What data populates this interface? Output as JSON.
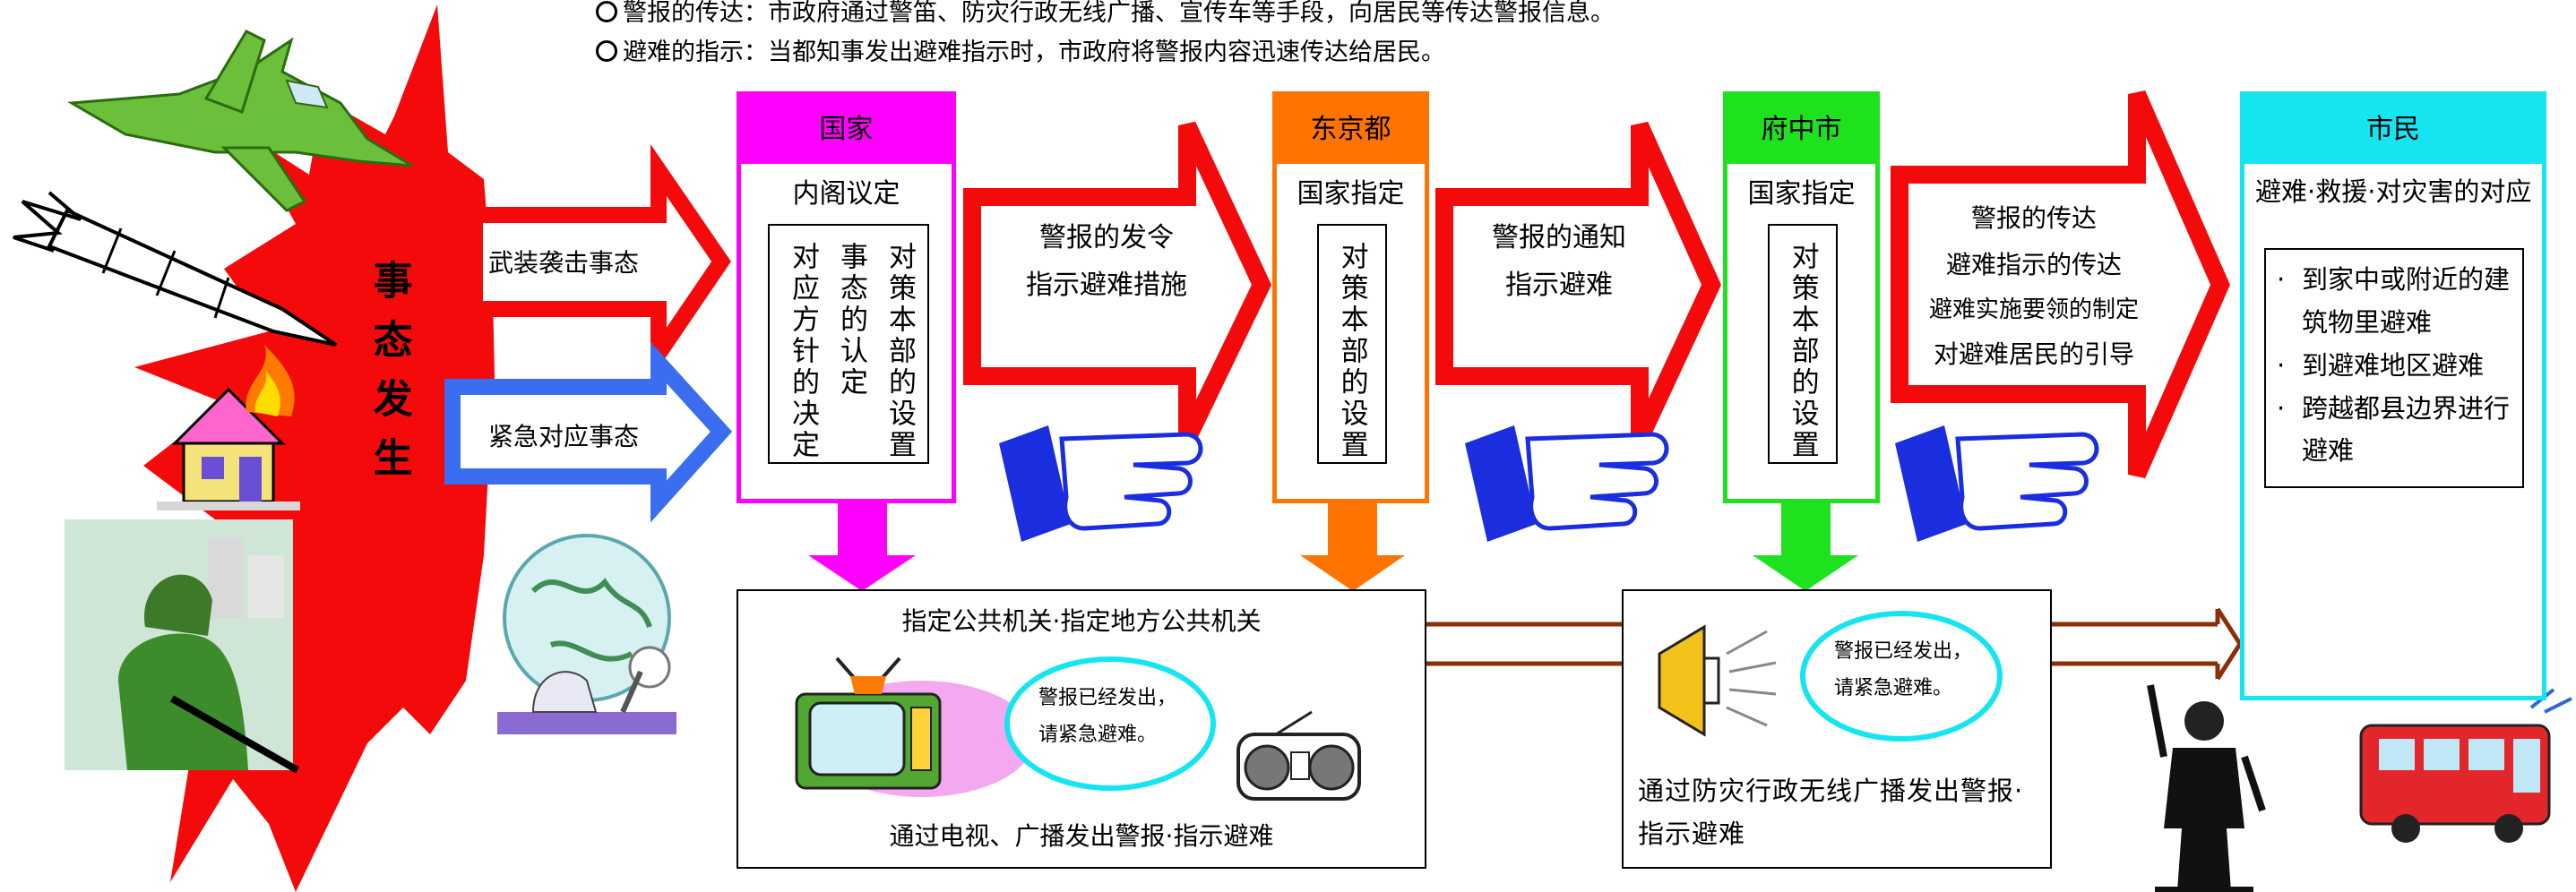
{
  "notes": {
    "warning_relay": "警报的传达：市政府通过警笛、防灾行政无线广播、宣传车等手段，向居民等传达警报信息。",
    "evacuation_order": "避难的指示：当都知事发出避难指示时，市政府将警报内容迅速传达给居民。"
  },
  "incident": {
    "burst_text": "事态发生",
    "armed_attack": "武装袭击事态",
    "emergency": "紧急对应事态"
  },
  "country": {
    "title": "国家",
    "subtitle": "内阁议定",
    "col1": "对策本部的设置",
    "col2": "事态的认定",
    "col3": "对应方针的决定"
  },
  "arrow1": {
    "line1": "警报的发令",
    "line2": "指示避难措施"
  },
  "tokyo": {
    "title": "东京都",
    "subtitle": "国家指定",
    "col": "对策本部的设置"
  },
  "arrow2": {
    "line1": "警报的通知",
    "line2": "指示避难"
  },
  "fuchu": {
    "title": "府中市",
    "subtitle": "国家指定",
    "col": "对策本部的设置"
  },
  "arrow3": {
    "line1": "警报的传达",
    "line2": "避难指示的传达",
    "line3": "避难实施要领的制定",
    "line4": "对避难居民的引导"
  },
  "citizens": {
    "title": "市民",
    "heading": "避难·救援·对灾害的对应",
    "items": [
      "到家中或附近的建筑物里避难",
      "到避难地区避难",
      "跨越都县边界进行避难"
    ]
  },
  "public_agencies": {
    "title": "指定公共机关·指定地方公共机关",
    "bubble_line1": "警报已经发出，",
    "bubble_line2": "请紧急避难。",
    "caption": "通过电视、广播发出警报·指示避难"
  },
  "city_radio": {
    "bubble_line1": "警报已经发出，",
    "bubble_line2": "请紧急避难。",
    "caption": "通过防灾行政无线广播发出警报·指示避难"
  },
  "colors": {
    "red": "#f40a0a",
    "blue": "#3a6df0",
    "magenta": "#ff00ff",
    "orange": "#ff7300",
    "green": "#1fe21f",
    "cyan": "#15e5f0",
    "brown": "#8a2f0a"
  },
  "icons": [
    "jet-fighter-icon",
    "missile-icon",
    "burning-house-icon",
    "soldier-icon",
    "globe-scientist-icon",
    "pointing-hand-icon",
    "television-icon",
    "radio-icon",
    "loudspeaker-icon",
    "running-people-icon",
    "police-officer-icon",
    "bus-icon"
  ]
}
